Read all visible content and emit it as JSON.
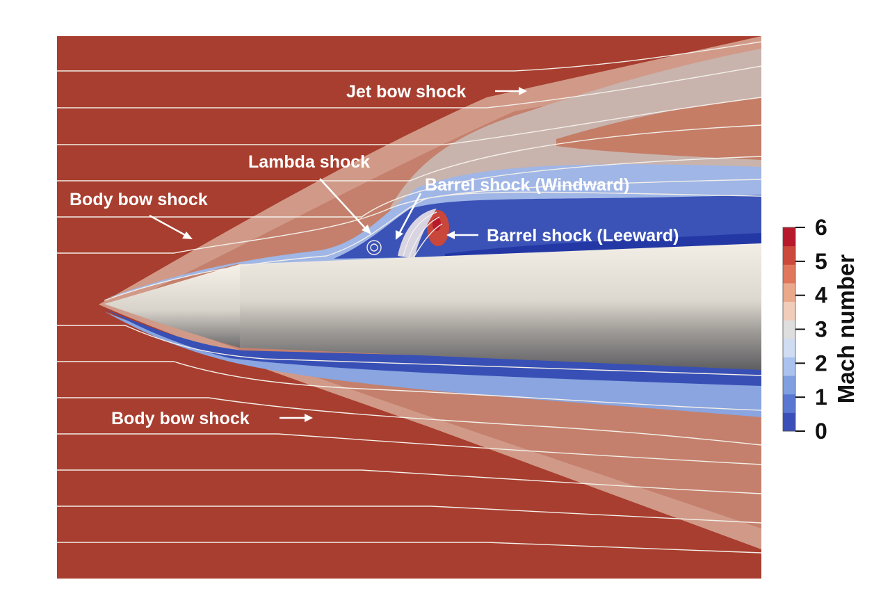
{
  "annotations": {
    "jet_bow_shock": "Jet bow shock",
    "lambda_shock": "Lambda shock",
    "barrel_windward": "Barrel shock (Windward)",
    "body_bow_shock_upper": "Body bow shock",
    "barrel_leeward": "Barrel shock (Leeward)",
    "body_bow_shock_lower": "Body bow shock"
  },
  "colorbar": {
    "title": "Mach number",
    "ticks": [
      "6",
      "5",
      "4",
      "3",
      "2",
      "1",
      "0"
    ],
    "min": 0,
    "max": 6,
    "colors": [
      "#3b4fb8",
      "#5a78d2",
      "#7f9fe0",
      "#a9c3ee",
      "#cfdcf2",
      "#dedede",
      "#f1cdb9",
      "#eba98c",
      "#e0775c",
      "#cc4a3b",
      "#b81a2c"
    ]
  },
  "colors": {
    "freestream": "#a83e2f",
    "shock_layer": "#c4806c",
    "subsonic": "#2e46b0",
    "streamline": "#f3efe9",
    "annotation": "#ffffff"
  }
}
